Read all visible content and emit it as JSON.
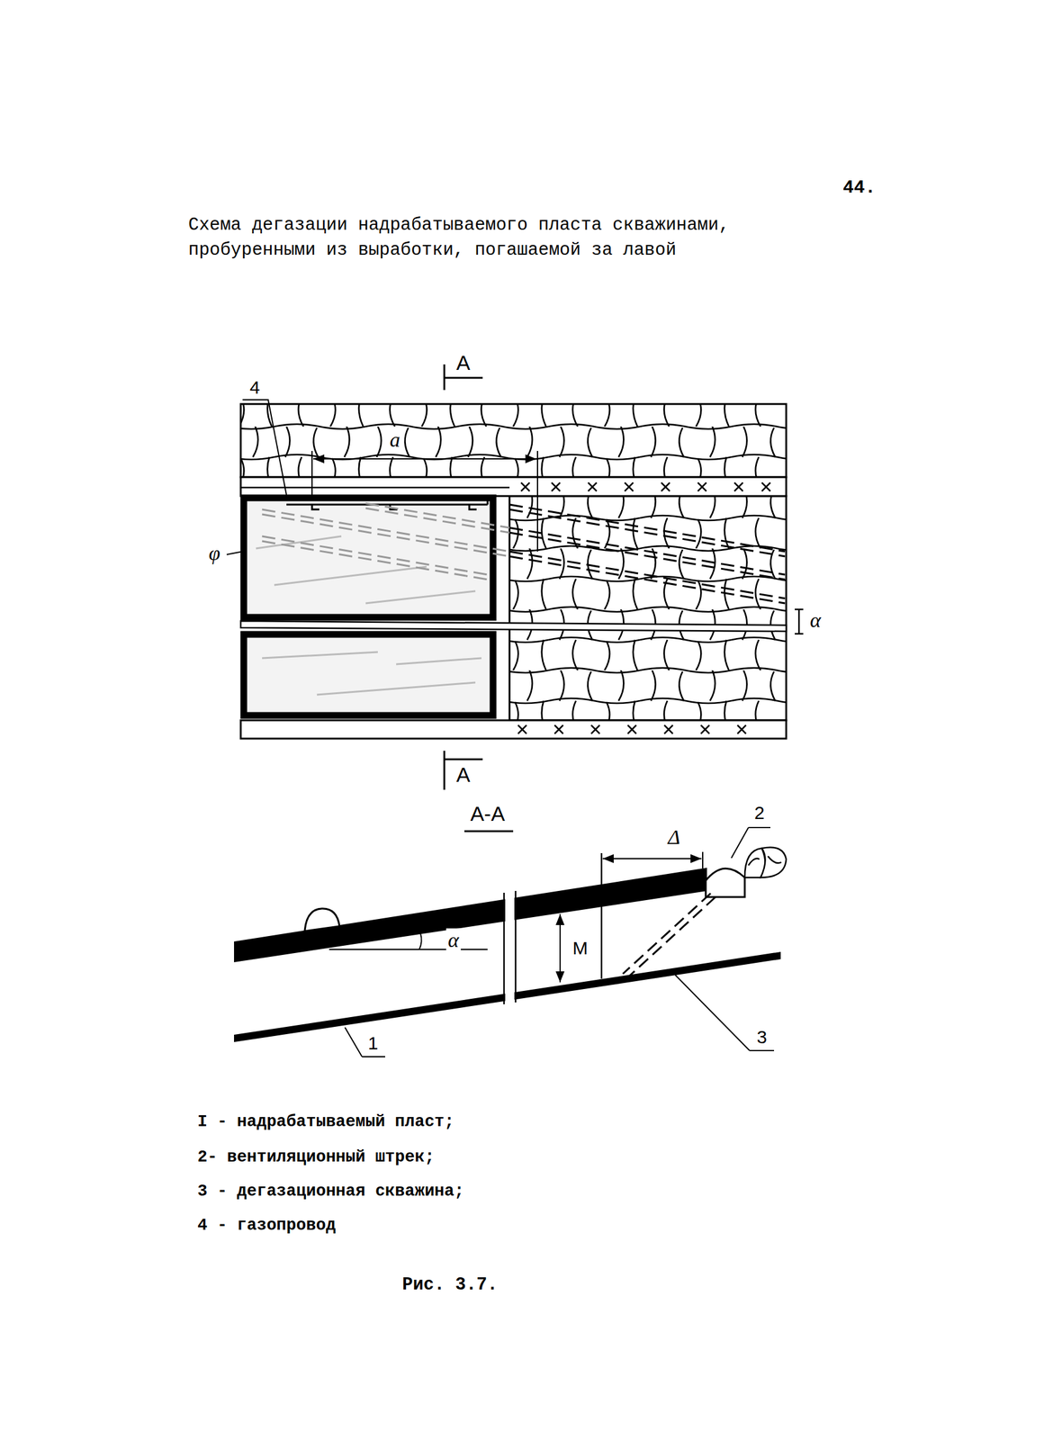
{
  "diagram": {
    "title": "Схема дегазации надрабатываемого пласта скважинами, пробуренными из выработки, погашаемой за лавой",
    "caption": "Рис. 3.7.",
    "labels": [
      "44.",
      "А",
      "4",
      "a",
      "φ",
      "α",
      "А",
      "А-А",
      "Δ",
      "2",
      "М",
      "α",
      "1",
      "3"
    ],
    "legend": [
      {
        "text": "I - надрабатываемый пласт;"
      },
      {
        "text": "2- вентиляционный штрек;"
      },
      {
        "text": "3 - дегазационная скважина;"
      },
      {
        "text": "4 - газопровод"
      }
    ]
  }
}
